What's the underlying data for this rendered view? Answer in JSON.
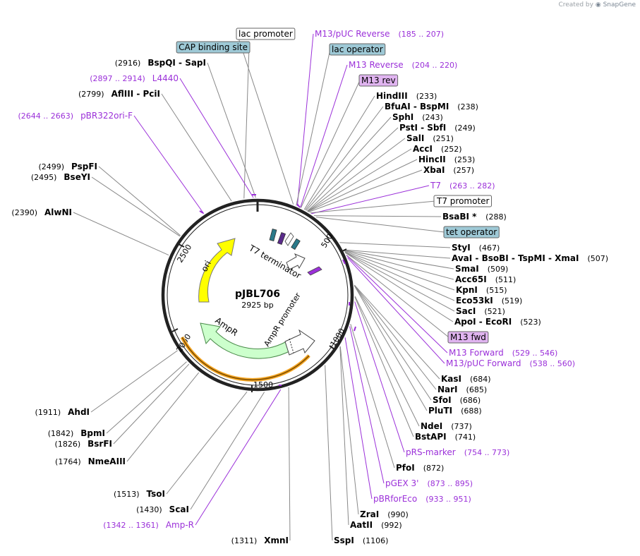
{
  "credit": {
    "prefix": "Created by",
    "brand": "SnapGene"
  },
  "plasmid": {
    "name": "pJBL706",
    "size_label": "2925 bp",
    "length": 2925
  },
  "colors": {
    "backbone": "#222222",
    "enzyme_line": "#888888",
    "primer": "#9b30d9",
    "ori": "#ffff00",
    "ampr": "#ccffcc",
    "ampr_outline": "#3a8a3a",
    "promoter": "#ffffff",
    "primer_box": "#e0b4f0",
    "protein_bind_box": "#9ec9d6",
    "highlight_arc": "#f5a623"
  },
  "ticks": [
    "500",
    "1000",
    "1500",
    "2000",
    "2500"
  ],
  "features": {
    "ori": "ori",
    "ampr": "AmpR",
    "ampr_promoter": "AmpR promoter",
    "t7_terminator": "T7 terminator"
  },
  "labels_right": [
    {
      "kind": "boxed-white",
      "text": "lac promoter",
      "pos": ""
    },
    {
      "kind": "primer",
      "text": "M13/pUC Reverse",
      "pos": "(185 .. 207)"
    },
    {
      "kind": "boxed-blue",
      "text": "lac operator",
      "pos": ""
    },
    {
      "kind": "primer",
      "text": "M13 Reverse",
      "pos": "(204 .. 220)"
    },
    {
      "kind": "boxed-purple",
      "text": "M13 rev",
      "pos": ""
    },
    {
      "kind": "enzyme",
      "text": "HindIII",
      "pos": "(233)"
    },
    {
      "kind": "enzyme",
      "text": "BfuAI  -  BspMI",
      "pos": "(238)"
    },
    {
      "kind": "enzyme",
      "text": "SphI",
      "pos": "(243)"
    },
    {
      "kind": "enzyme",
      "text": "PstI  -  SbfI",
      "pos": "(249)"
    },
    {
      "kind": "enzyme",
      "text": "SalI",
      "pos": "(251)"
    },
    {
      "kind": "enzyme",
      "text": "AccI",
      "pos": "(252)"
    },
    {
      "kind": "enzyme",
      "text": "HincII",
      "pos": "(253)"
    },
    {
      "kind": "enzyme",
      "text": "XbaI",
      "pos": "(257)"
    },
    {
      "kind": "primer",
      "text": "T7",
      "pos": "(263 .. 282)"
    },
    {
      "kind": "boxed-white",
      "text": "T7 promoter",
      "pos": ""
    },
    {
      "kind": "enzyme",
      "text": "BsaBI *",
      "pos": "(288)"
    },
    {
      "kind": "boxed-blue",
      "text": "tet operator",
      "pos": ""
    },
    {
      "kind": "enzyme",
      "text": "StyI",
      "pos": "(467)"
    },
    {
      "kind": "enzyme",
      "text": "AvaI  -  BsoBI  -  TspMI  -  XmaI",
      "pos": "(507)"
    },
    {
      "kind": "enzyme",
      "text": "SmaI",
      "pos": "(509)"
    },
    {
      "kind": "enzyme",
      "text": "Acc65I",
      "pos": "(511)"
    },
    {
      "kind": "enzyme",
      "text": "KpnI",
      "pos": "(515)"
    },
    {
      "kind": "enzyme",
      "text": "Eco53kI",
      "pos": "(519)"
    },
    {
      "kind": "enzyme",
      "text": "SacI",
      "pos": "(521)"
    },
    {
      "kind": "enzyme",
      "text": "ApoI  -  EcoRI",
      "pos": "(523)"
    },
    {
      "kind": "boxed-purple",
      "text": "M13 fwd",
      "pos": ""
    },
    {
      "kind": "primer",
      "text": "M13 Forward",
      "pos": "(529 .. 546)"
    },
    {
      "kind": "primer",
      "text": "M13/pUC Forward",
      "pos": "(538 .. 560)"
    },
    {
      "kind": "enzyme",
      "text": "KasI",
      "pos": "(684)"
    },
    {
      "kind": "enzyme",
      "text": "NarI",
      "pos": "(685)"
    },
    {
      "kind": "enzyme",
      "text": "SfoI",
      "pos": "(686)"
    },
    {
      "kind": "enzyme",
      "text": "PluTI",
      "pos": "(688)"
    },
    {
      "kind": "enzyme",
      "text": "NdeI",
      "pos": "(737)"
    },
    {
      "kind": "enzyme",
      "text": "BstAPI",
      "pos": "(741)"
    },
    {
      "kind": "primer",
      "text": "pRS-marker",
      "pos": "(754 .. 773)"
    },
    {
      "kind": "enzyme",
      "text": "PfoI",
      "pos": "(872)"
    },
    {
      "kind": "primer",
      "text": "pGEX 3'",
      "pos": "(873 .. 895)"
    },
    {
      "kind": "primer",
      "text": "pBRforEco",
      "pos": "(933 .. 951)"
    },
    {
      "kind": "enzyme",
      "text": "ZraI",
      "pos": "(990)"
    },
    {
      "kind": "enzyme",
      "text": "AatII",
      "pos": "(992)"
    },
    {
      "kind": "enzyme",
      "text": "SspI",
      "pos": "(1106)"
    }
  ],
  "labels_left": [
    {
      "kind": "boxed-blue",
      "text": "CAP binding site",
      "pos": ""
    },
    {
      "kind": "enzyme",
      "text": "BspQI  -  SapI",
      "pos": "(2916)"
    },
    {
      "kind": "primer",
      "text": "L4440",
      "pos": "(2897 .. 2914)"
    },
    {
      "kind": "enzyme",
      "text": "AflIII  -  PciI",
      "pos": "(2799)"
    },
    {
      "kind": "primer",
      "text": "pBR322ori-F",
      "pos": "(2644 .. 2663)"
    },
    {
      "kind": "enzyme",
      "text": "PspFI",
      "pos": "(2499)"
    },
    {
      "kind": "enzyme",
      "text": "BseYI",
      "pos": "(2495)"
    },
    {
      "kind": "enzyme",
      "text": "AlwNI",
      "pos": "(2390)"
    },
    {
      "kind": "enzyme",
      "text": "AhdI",
      "pos": "(1911)"
    },
    {
      "kind": "enzyme",
      "text": "BpmI",
      "pos": "(1842)"
    },
    {
      "kind": "enzyme",
      "text": "BsrFI",
      "pos": "(1826)"
    },
    {
      "kind": "enzyme",
      "text": "NmeAIII",
      "pos": "(1764)"
    },
    {
      "kind": "enzyme",
      "text": "TsoI",
      "pos": "(1513)"
    },
    {
      "kind": "enzyme",
      "text": "ScaI",
      "pos": "(1430)"
    },
    {
      "kind": "primer",
      "text": "Amp-R",
      "pos": "(1342 .. 1361)"
    },
    {
      "kind": "enzyme",
      "text": "XmnI",
      "pos": "(1311)"
    }
  ]
}
